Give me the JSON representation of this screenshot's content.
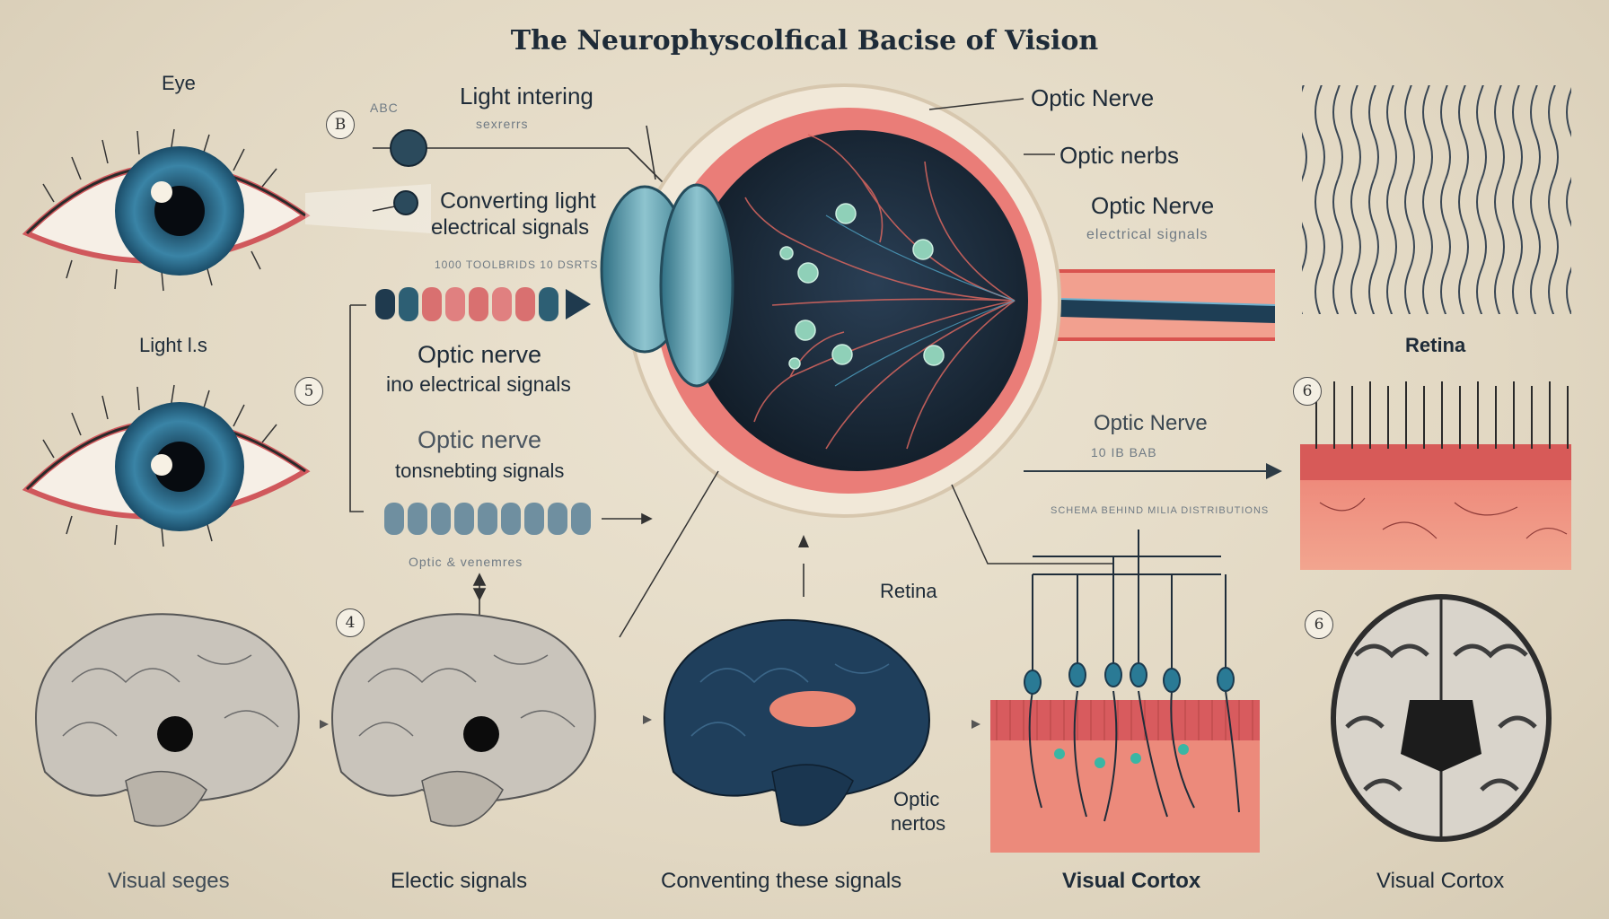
{
  "title": "The Neurophyscolfical Bacise of Vision",
  "eye_section": {
    "eye_label": "Eye",
    "light_label": "Light l.s"
  },
  "center_labels": {
    "light_entering": "Light intering",
    "abc_faint": "ABC",
    "sub_faint": "sexrerrs",
    "converting_line1": "Converting light",
    "converting_line2": "electrical signals",
    "faint_mid": "1000 TOOLBRIDS 10 DSRTS",
    "optic_nerve_a": "Optic nerve",
    "into_signals": "ino electrical signals",
    "optic_nerve_b": "Optic nerve",
    "transmitting": "tonsnebting signals",
    "optic_and": "Optic & venemres"
  },
  "right_labels": {
    "optic_nerve_1": "Optic Nerve",
    "optic_nerbs": "Optic nerbs",
    "optic_nerve_2": "Optic Nerve",
    "electrical_faint": "electrical signals",
    "retina_top": "Retina",
    "optic_nerve_3": "Optic Nerve",
    "faint_arrow": "10 IB BAB",
    "faint_long": "SCHEMA BEHIND MILIA DISTRIBUTIONS"
  },
  "badges": {
    "b1": "B",
    "b2": "5",
    "b3": "4",
    "b4": "6",
    "b5": "6"
  },
  "bottom_labels": {
    "visual_seges": "Visual seges",
    "electric_signals": "Electic signals",
    "converting_signals": "Conventing these signals",
    "retina_mid": "Retina",
    "optic_nertos_1": "Optic",
    "optic_nertos_2": "nertos",
    "visual_cortox_1": "Visual Cortox",
    "visual_cortox_2": "Visual Cortox"
  },
  "colors": {
    "iris": "#2f6f8e",
    "sclera_rim": "#e25b5b",
    "eyeball_dark": "#1c2b3a",
    "tissue": "#e9786f",
    "brain_blue": "#1f3f5c",
    "brain_gray": "#c9c4bb"
  }
}
